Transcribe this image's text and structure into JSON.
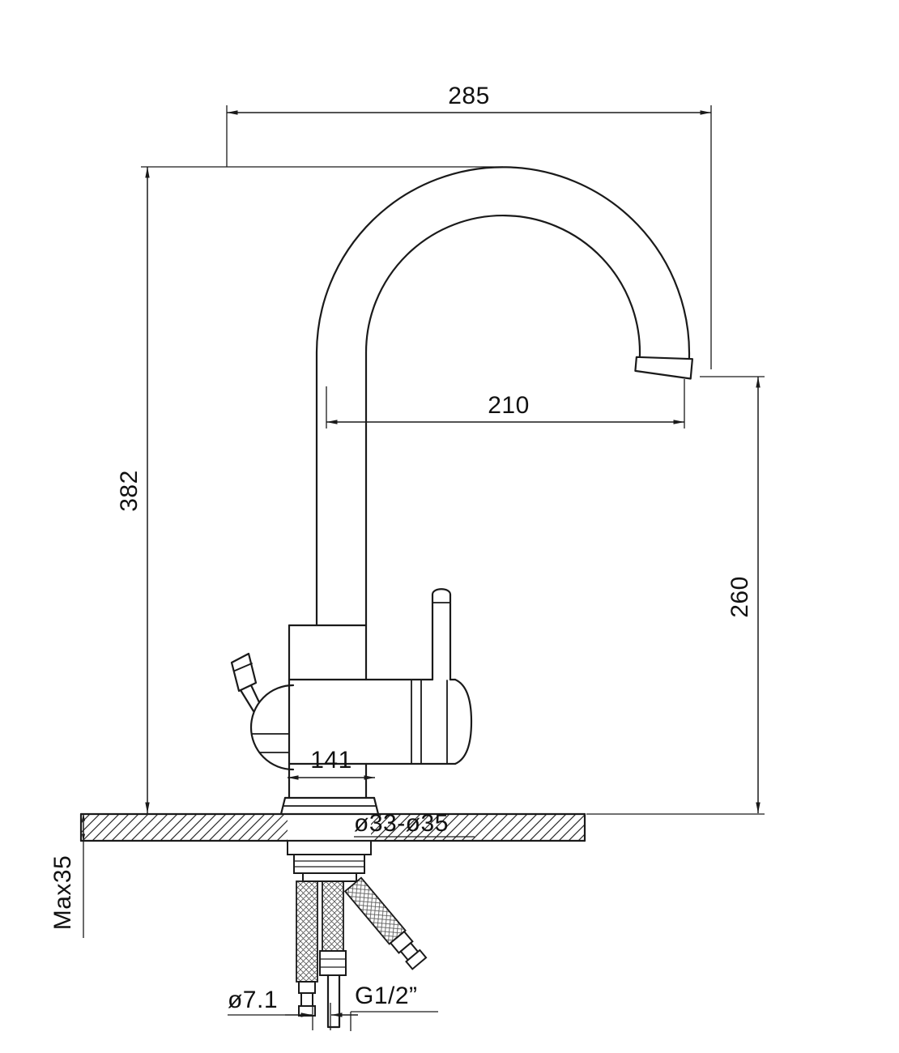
{
  "dimensions": {
    "overall_width": "285",
    "overall_height": "382",
    "spout_reach": "210",
    "spout_outlet_height": "260",
    "body_width": "141",
    "mounting_hole_diameter": "ø33-ø35",
    "max_counter_thickness": "Max35",
    "hose_diameter": "ø7.1",
    "thread_size": "G1/2”"
  }
}
